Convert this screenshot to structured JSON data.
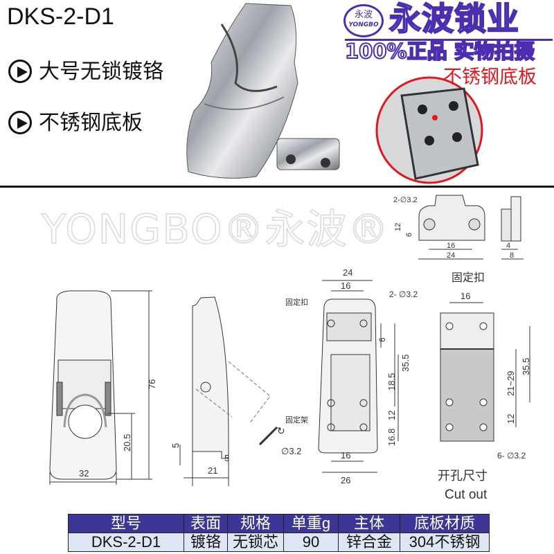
{
  "header": {
    "title": "DKS-2-D1",
    "features": [
      "大号无锁镀铬",
      "不锈钢底板"
    ],
    "bullet_icon": "circled-arrow-right-icon"
  },
  "logo": {
    "seal_cn": "永波",
    "seal_en": "YONGBO",
    "brand": "永波锁业",
    "slogan": "100%正品 实物拍摄",
    "color": "#4b2fb0"
  },
  "inset": {
    "label": "不锈钢底板",
    "label_color": "#e8141b"
  },
  "watermark": "YONGBO®永波®",
  "drawing": {
    "front": {
      "width": "32",
      "height": "76",
      "h2": "20.5"
    },
    "side": {
      "d1": "5",
      "d2": "5",
      "depth": "21",
      "rotate_icon": "rotate-arrow-icon"
    },
    "back": {
      "w_outer": "24",
      "w_inner": "16",
      "holes": "2- ∅3.2",
      "label_keeper": "固定扣",
      "label_frame": "固定架",
      "hole": "∅3.2",
      "d6": "6",
      "d355": "35.5",
      "d185": "18.5",
      "d12": "12",
      "d168": "16.8",
      "w_bottom_inner": "16",
      "w_bottom_outer": "26"
    },
    "keeper": {
      "holes": "2-∅3.2",
      "h12": "12",
      "h6": "6",
      "w16": "16",
      "w24": "24",
      "s4": "4",
      "s8": "8",
      "title": "固定扣"
    },
    "cutout": {
      "w16": "16",
      "d355": "35.5",
      "range": "21~29",
      "d12": "12",
      "holes": "6- ∅3.2",
      "title_cn": "开孔尺寸",
      "title_en": "Cut out"
    }
  },
  "spec_table": {
    "headers": [
      "型号",
      "表面",
      "规格",
      "单重g",
      "主体",
      "底板材质"
    ],
    "row": [
      "DKS-2-D1",
      "镀铬",
      "无锁芯",
      "90",
      "锌合金",
      "304不锈钢"
    ],
    "header_color": "#3d3699",
    "row_color": "#dde7f3"
  }
}
